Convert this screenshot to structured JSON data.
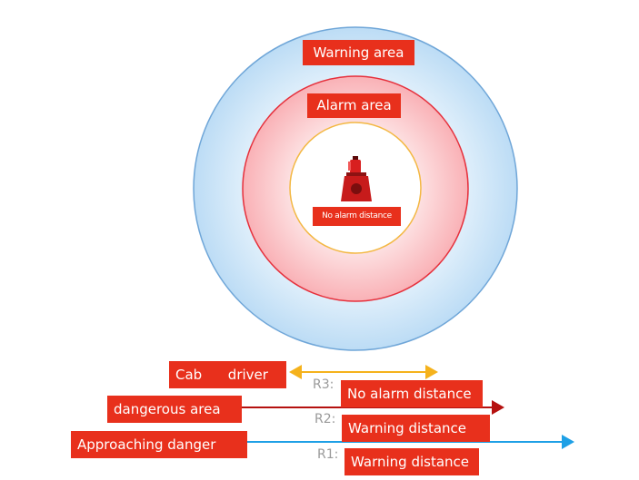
{
  "zones": {
    "warning_area": "Warning area",
    "alarm_area": "Alarm area",
    "no_alarm_distance": "No alarm distance"
  },
  "legend": {
    "cab_driver": "Cab      driver",
    "dangerous_area": "dangerous area",
    "approaching_danger": "Approaching danger"
  },
  "distances": [
    {
      "tag": "R3:",
      "label": "No alarm distance"
    },
    {
      "tag": "R2:",
      "label": "Warning distance"
    },
    {
      "tag": "R1:",
      "label": "Warning distance"
    }
  ],
  "colors": {
    "outer_ring": "#c4e1f7",
    "outer_ring_edge": "#6fa6d8",
    "middle_ring": "#fbb8bc",
    "middle_ring_edge": "#e6303c",
    "inner_circle_edge": "#f3b843",
    "label_bg": "#e8301c",
    "arrow_cab": "#f5b21c",
    "arrow_dangerous": "#b5110f",
    "arrow_approaching": "#1ea0e6"
  },
  "icons": {
    "center_device": "alarm-siren-icon"
  }
}
